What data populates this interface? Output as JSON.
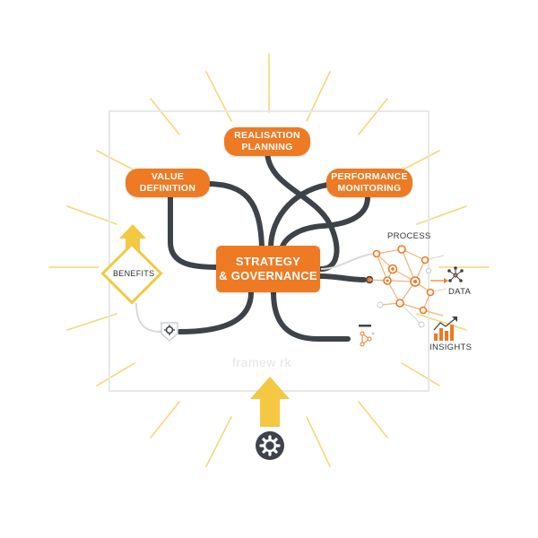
{
  "colors": {
    "accent": "#ee7a24",
    "dark": "#3d4349",
    "yellow": "#f4c842",
    "ray": "#f6d77a",
    "frame": "#e8e8e8"
  },
  "nodes": {
    "realisation_planning": [
      "REALISATION",
      "PLANNING"
    ],
    "value_definition": [
      "VALUE",
      "DEFINITION"
    ],
    "performance_monitoring": [
      "PERFORMANCE",
      "MONITORING"
    ],
    "strategy_governance": [
      "STRATEGY",
      "& GOVERNANCE"
    ]
  },
  "labels": {
    "benefits": "BENEFITS",
    "process": "PROCESS",
    "data": "DATA",
    "insights": "INSIGHTS",
    "watermark": "framew rk"
  },
  "icons": [
    "gear-icon",
    "up-arrow-icon",
    "network-icon",
    "bar-chart-icon",
    "data-hub-icon",
    "flow-icon"
  ]
}
